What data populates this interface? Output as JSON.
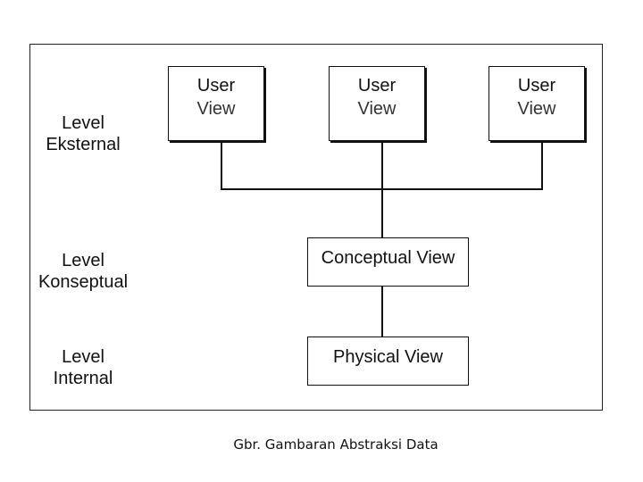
{
  "levels": {
    "external": {
      "line1": "Level",
      "line2": "Eksternal"
    },
    "conceptual": {
      "line1": "Level",
      "line2": "Konseptual"
    },
    "internal": {
      "line1": "Level",
      "line2": "Internal"
    }
  },
  "user_views": [
    {
      "line1": "User",
      "line2": "View"
    },
    {
      "line1": "User",
      "line2": "View"
    },
    {
      "line1": "User",
      "line2": "View"
    }
  ],
  "conceptual_view": "Conceptual View",
  "physical_view": "Physical View",
  "caption": "Gbr. Gambaran Abstraksi Data"
}
